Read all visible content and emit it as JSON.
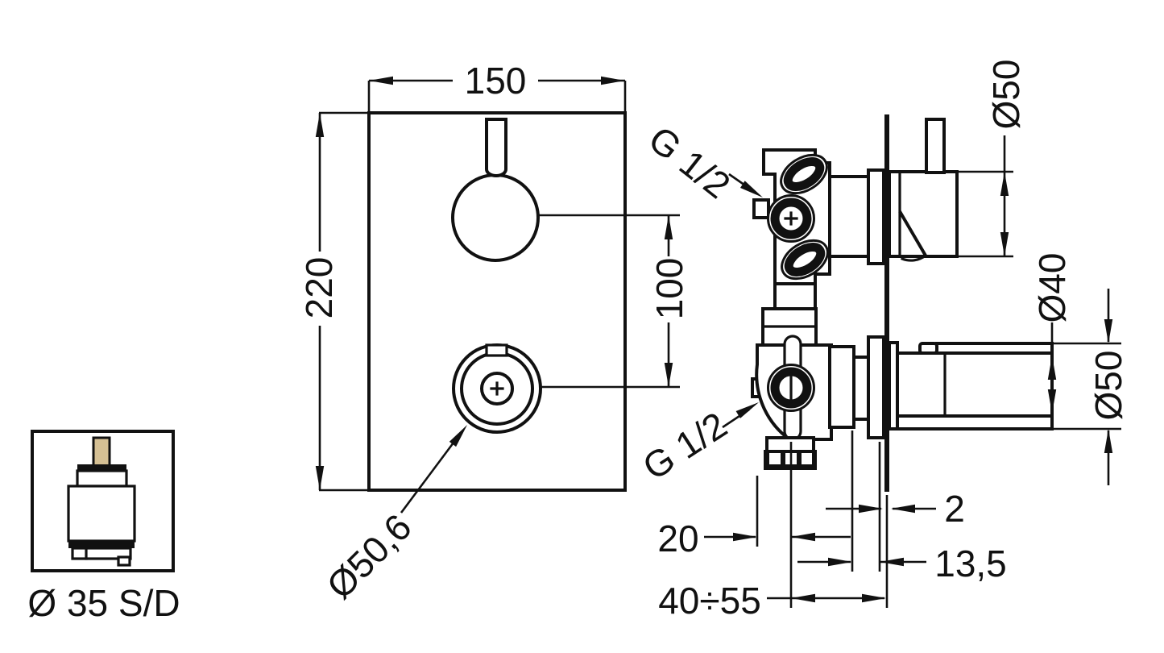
{
  "drawing": {
    "type": "installation-dimension-diagram",
    "subject": "concealed thermostatic shower mixer, front and side views with cartridge inset",
    "colors": {
      "line": "#111111",
      "background": "#ffffff",
      "cartridge_stem": "#d5c094"
    },
    "front_view": {
      "width_label": "150",
      "height_label": "220",
      "handle_center_distance_label": "100",
      "trim_ring_diameter_label": "Ø50,6"
    },
    "side_view": {
      "upper_connection_label": "G 1/2",
      "lower_connection_label": "G 1/2",
      "upper_handle_diameter_label": "Ø50",
      "lower_handle_diameter_label": "Ø40",
      "lower_escutcheon_diameter_label": "Ø50",
      "wall_thickness_label": "2",
      "body_depth_label": "20",
      "escutcheon_depth_label": "13,5",
      "installation_depth_range_label": "40÷55"
    },
    "cartridge_inset": {
      "label": "Ø 35 S/D"
    }
  }
}
